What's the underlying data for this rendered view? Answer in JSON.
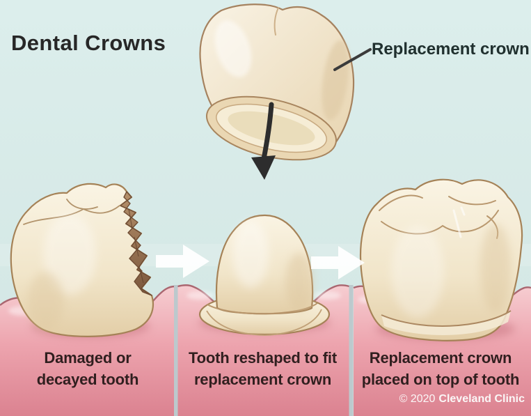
{
  "title": "Dental Crowns",
  "diagram": {
    "crown_label": "Replacement crown",
    "steps": [
      {
        "line1": "Damaged or",
        "line2": "decayed tooth"
      },
      {
        "line1": "Tooth reshaped to fit",
        "line2": "replacement crown"
      },
      {
        "line1": "Replacement crown",
        "line2": "placed on top of tooth"
      }
    ],
    "copyright": {
      "prefix": "© 2020",
      "brand": "Cleveland Clinic"
    }
  },
  "colors": {
    "background": "#d8eae8",
    "gum_pink": "#eda4ae",
    "tooth_cream": "#f1e5c9",
    "decay_brown": "#8a6245",
    "label_text": "#301f1f",
    "arrow_white": "#ffffff",
    "arrow_black": "#2d2d2d",
    "divider": "#bcc9cd"
  }
}
